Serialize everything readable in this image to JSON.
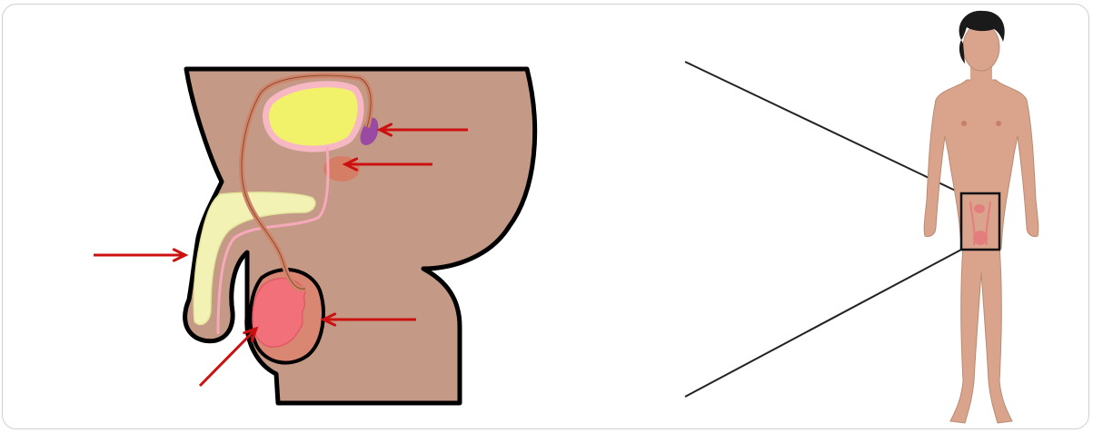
{
  "diagram": {
    "colors": {
      "skin": "#c49a87",
      "outline": "#000000",
      "bladder": "#f2f26a",
      "bladder_rim": "#f7b8c4",
      "seminal_vesicle": "#9b4aa3",
      "prostate": "#d9795f",
      "vas_deferens": "#cf8468",
      "urethra": "#f7a9bb",
      "penis_tissue": "#f2f2b5",
      "testis": "#f2707a",
      "scrotum_inner": "#d98672",
      "arrow": "#cc1111",
      "figure_skin": "#d9a48b",
      "hair": "#1a1a1a"
    },
    "arrows": [
      {
        "target": "seminal-vesicle"
      },
      {
        "target": "prostate"
      },
      {
        "target": "penis"
      },
      {
        "target": "testis"
      },
      {
        "target": "scrotum"
      }
    ]
  }
}
